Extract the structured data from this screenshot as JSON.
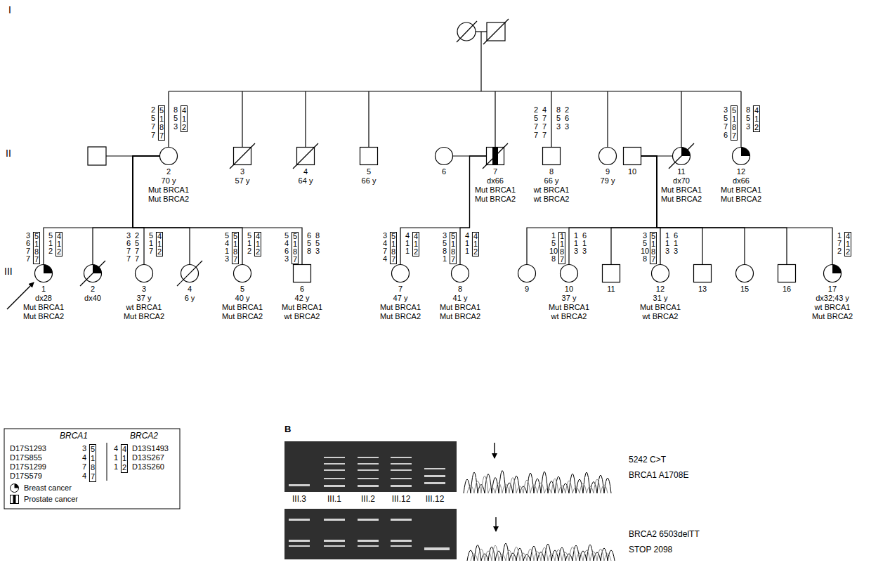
{
  "diagram": {
    "nodes": [
      {
        "text": [
          "2",
          "70 y",
          "Mut BRCA1",
          "Mut BRCA2"
        ]
      },
      {
        "text": [
          "3",
          "57 y"
        ]
      },
      {
        "text": [
          "4",
          "64 y"
        ]
      },
      {
        "text": [
          "5",
          "66 y"
        ]
      },
      {
        "text": [
          "6"
        ]
      },
      {
        "text": [
          "7",
          "dx66",
          "Mut BRCA1",
          "Mut BRCA2"
        ]
      },
      {
        "text": [
          "8",
          "66 y",
          "wt BRCA1",
          "wt BRCA2"
        ]
      },
      {
        "text": [
          "9",
          "79 y"
        ]
      },
      {
        "text": [
          "10"
        ]
      },
      {
        "text": [
          "11",
          "dx70",
          "Mut BRCA1",
          "Mut BRCA2"
        ]
      },
      {
        "text": [
          "12",
          "dx66",
          "Mut BRCA1",
          "Mut BRCA2"
        ]
      },
      {
        "text": [
          "1",
          "dx28",
          "Mut BRCA1",
          "Mut BRCA2"
        ]
      },
      {
        "text": [
          "2",
          "dx40"
        ]
      },
      {
        "text": [
          "3",
          "37 y",
          "wt BRCA1",
          "Mut BRCA2"
        ]
      },
      {
        "text": [
          "4",
          "6 y"
        ]
      },
      {
        "text": [
          "5",
          "40 y",
          "Mut BRCA1",
          "Mut BRCA2"
        ]
      },
      {
        "text": [
          "6",
          "42 y",
          "Mut BRCA1",
          "wt BRCA2"
        ]
      },
      {
        "text": [
          "7",
          "47 y",
          "Mut BRCA1",
          "Mut BRCA2"
        ]
      },
      {
        "text": [
          "8",
          "41 y",
          "Mut BRCA1",
          "Mut BRCA2"
        ]
      },
      {
        "text": [
          "9"
        ]
      },
      {
        "text": [
          "10",
          "37 y",
          "Mut BRCA1",
          "wt BRCA2"
        ]
      },
      {
        "text": [
          "11"
        ]
      },
      {
        "text": [
          "12",
          "31 y",
          "Mut BRCA1",
          "wt BRCA2"
        ]
      },
      {
        "text": [
          "13"
        ]
      },
      {
        "text": [
          "15"
        ]
      },
      {
        "text": [
          "16"
        ]
      },
      {
        "text": [
          "17",
          "dx32;43 y",
          "wt BRCA1",
          "Mut BRCA2"
        ]
      }
    ],
    "edges": [
      {
        "from": 0,
        "to": 11,
        "arrow": "none"
      },
      {
        "from": 0,
        "to": 12,
        "arrow": "none"
      },
      {
        "from": 0,
        "to": 13,
        "arrow": "none"
      },
      {
        "from": 0,
        "to": 14,
        "arrow": "none"
      },
      {
        "from": 0,
        "to": 15,
        "arrow": "none"
      },
      {
        "from": 0,
        "to": 16,
        "arrow": "none"
      },
      {
        "from": 4,
        "to": 5,
        "arrow": "none"
      },
      {
        "from": 5,
        "to": 17,
        "arrow": "none"
      },
      {
        "from": 5,
        "to": 18,
        "arrow": "none"
      },
      {
        "from": 8,
        "to": 9,
        "arrow": "none"
      },
      {
        "from": 8,
        "to": 19,
        "arrow": "none"
      },
      {
        "from": 8,
        "to": 20,
        "arrow": "none"
      },
      {
        "from": 8,
        "to": 21,
        "arrow": "none"
      },
      {
        "from": 8,
        "to": 22,
        "arrow": "none"
      },
      {
        "from": 8,
        "to": 23,
        "arrow": "none"
      },
      {
        "from": 8,
        "to": 24,
        "arrow": "none"
      },
      {
        "from": 8,
        "to": 25,
        "arrow": "none"
      },
      {
        "from": 8,
        "to": 26,
        "arrow": "none"
      }
    ],
    "labels": [
      "I",
      "II",
      "III",
      "2 5 7 7",
      "5 1 8 7",
      "8 5 3",
      "4 1 2",
      "2 5 7 7",
      "4 7 7 7",
      "8 5 3",
      "2 6 3",
      "3 5 7 6",
      "5 1 8 7",
      "8 5 3",
      "4 1 2",
      "3 6 7 7",
      "5 1 8 7",
      "5 1 2",
      "4 1 2",
      "3 6 7 7",
      "2 5 7 7",
      "5 1 7",
      "4 1 2",
      "5 4 1 3",
      "5 1 8 7",
      "5 1 2",
      "4 1 2",
      "5 4 6 3",
      "5 1 8 7",
      "6 5 8",
      "8 5 3",
      "3 4 7 4",
      "5 1 8 7",
      "4 1 1",
      "4 1 2",
      "3 5 8 1",
      "5 1 8 7",
      "4 1 1",
      "4 1 2",
      "1 5 10 8",
      "1 1 8 7",
      "1 1 3",
      "6 1 3",
      "3 5 10 8",
      "5 1 8 7",
      "1 1 3",
      "6 1 3",
      "1 7 2",
      "4 1 2",
      "BRCA1",
      "BRCA2",
      "D17S1293",
      "D17S855",
      "D17S1299",
      "D17S579",
      "3 4 7 4",
      "5 1 8 7",
      "4 1 1",
      "4 1 2",
      "D13S1493",
      "D13S267",
      "D13S260",
      "B",
      "III.3",
      "III.1",
      "III.2",
      "III.12",
      "III.12",
      "5242 C>T",
      "BRCA1 A1708E",
      "BRCA2 6503delTT",
      "STOP 2098"
    ],
    "legend": [
      {
        "text": "Breast cancer"
      },
      {
        "text": "Prostate cancer"
      }
    ]
  }
}
